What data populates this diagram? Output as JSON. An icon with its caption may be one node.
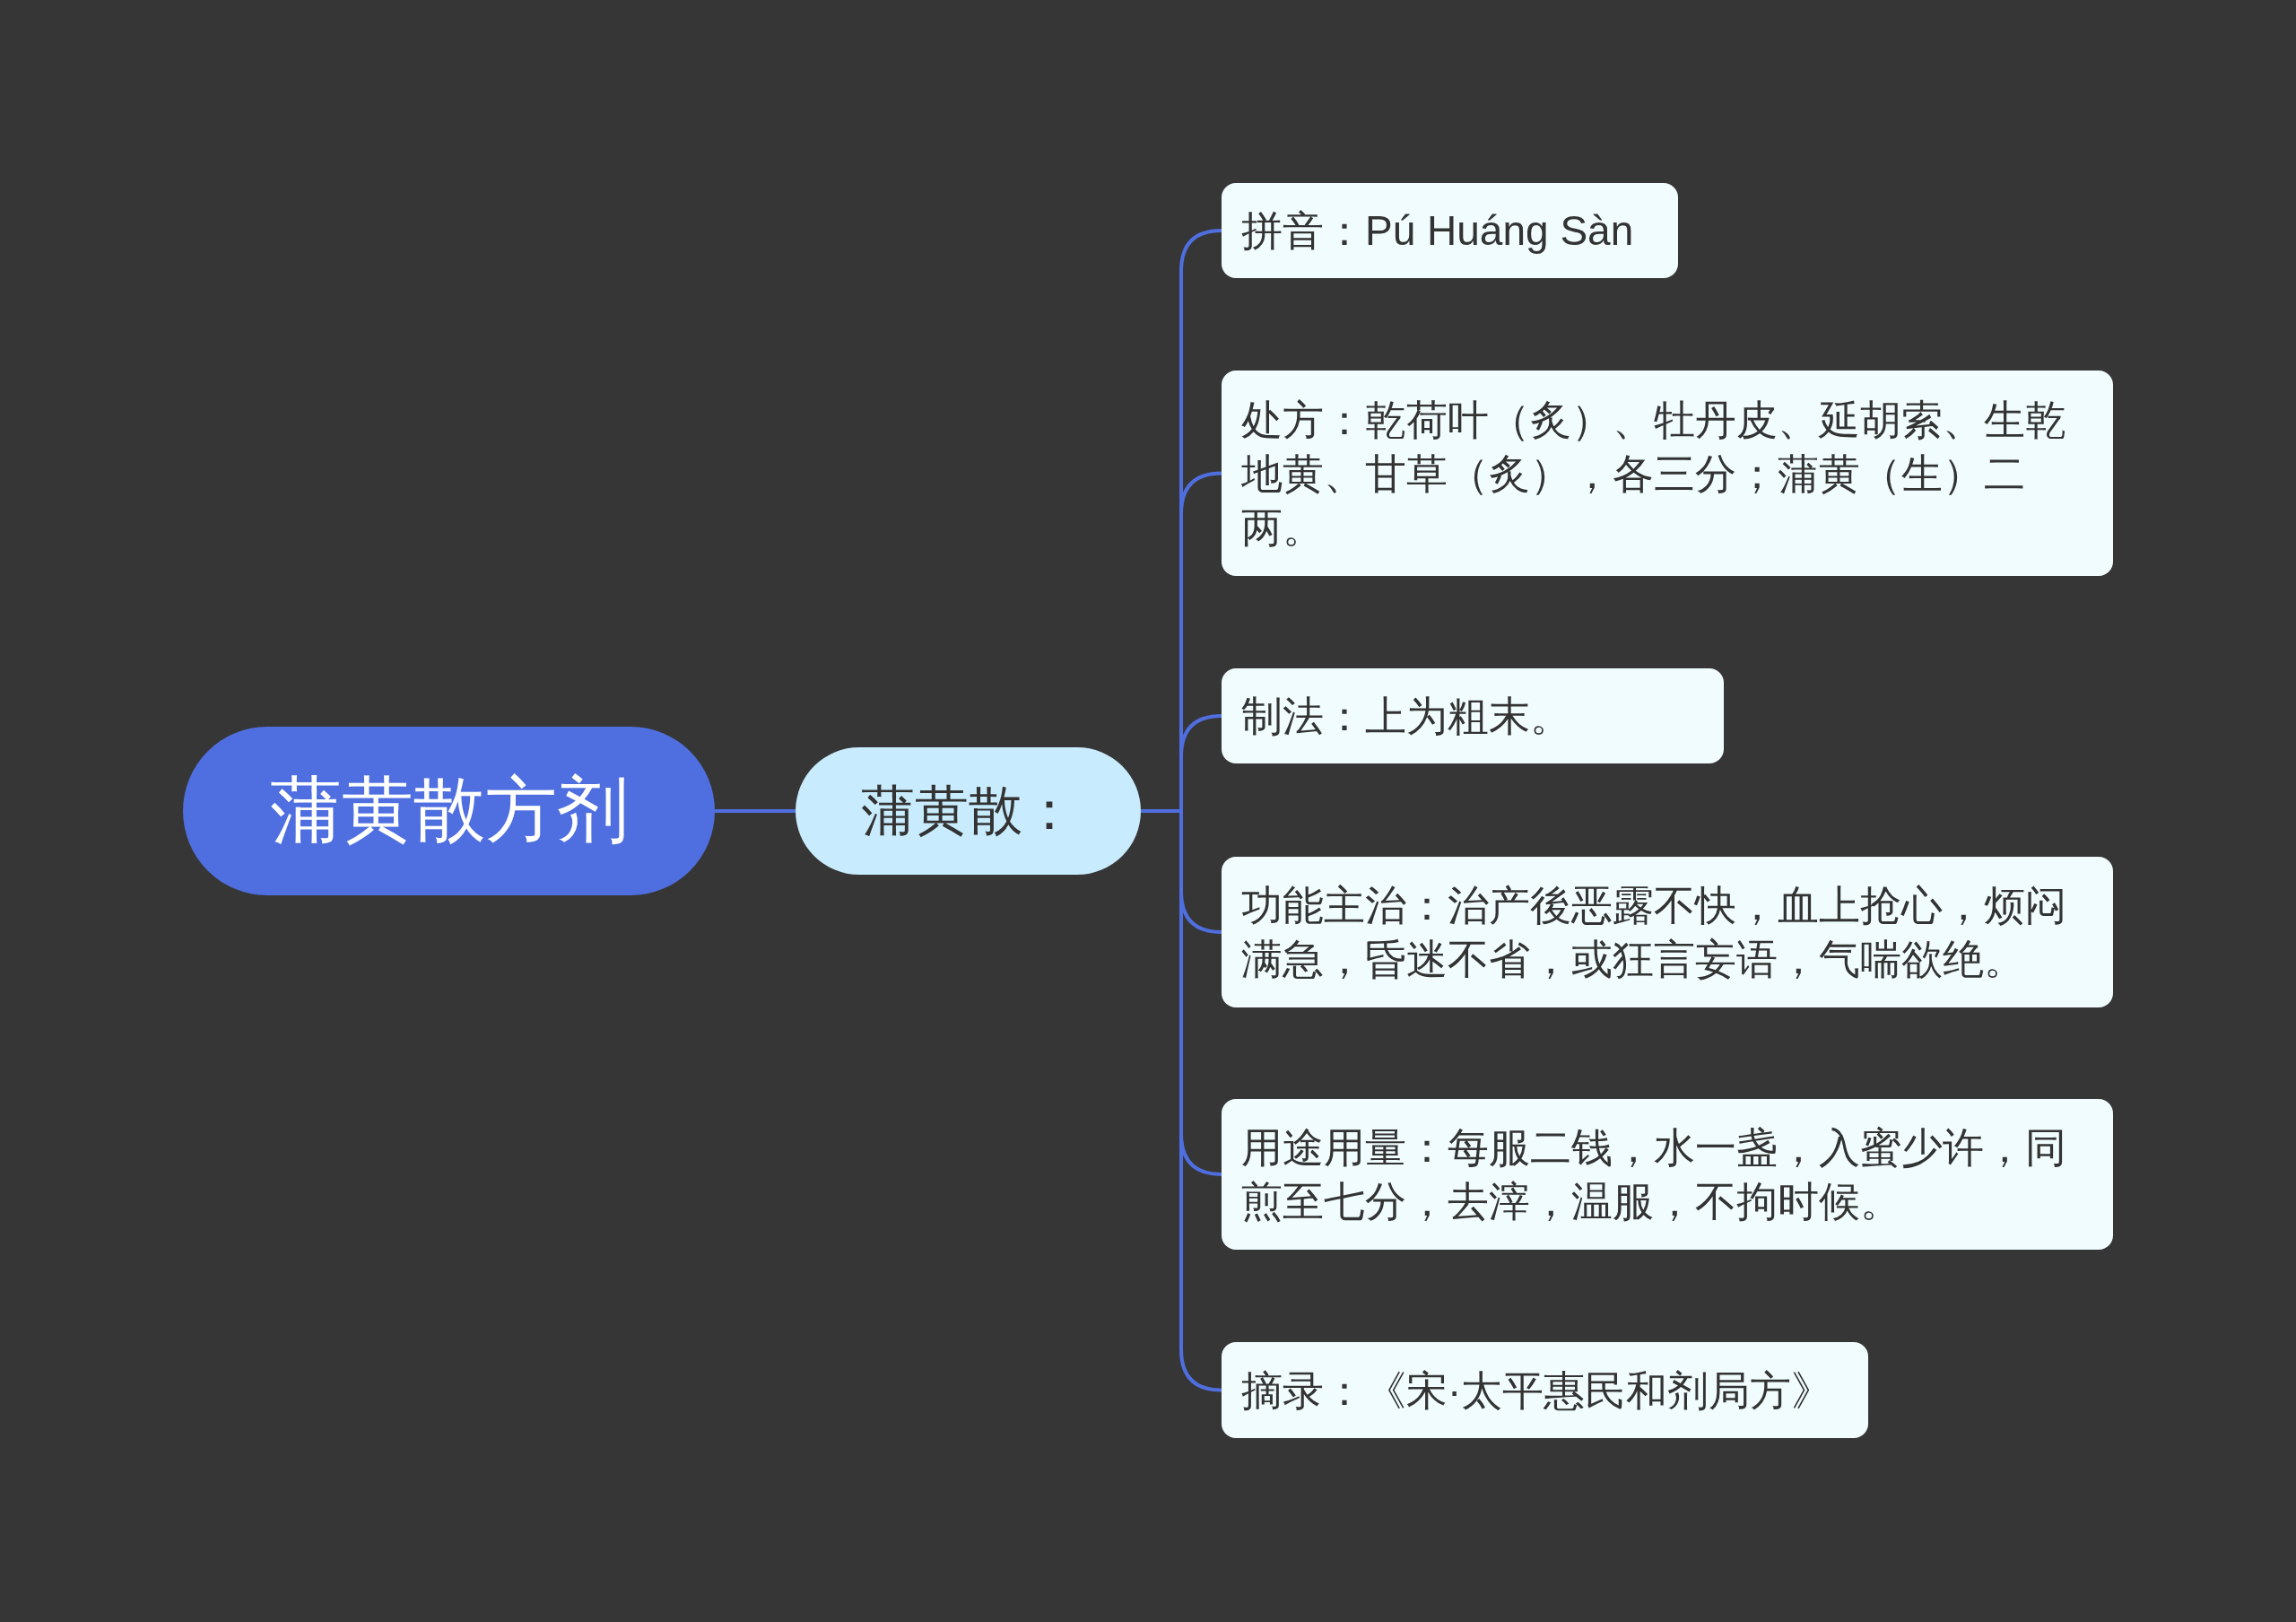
{
  "diagram": {
    "nodes": [
      {
        "text": [
          "蒲黄散方剂"
        ]
      },
      {
        "text": [
          "蒲黄散："
        ]
      },
      {
        "text": [
          "拼音：Pú Huáng Sàn"
        ]
      },
      {
        "text": [
          "处方：乾荷叶（炙）、牡丹皮、延胡索、生乾地黄、甘草（炙），各三分；蒲黄（生）二两。"
        ]
      },
      {
        "text": [
          "制法：上为粗末。"
        ]
      },
      {
        "text": [
          "功能主治：治产後恶露不快，血上抢心，烦闷满急，昏迷不省，或狂言妄语，气喘欲绝。"
        ]
      },
      {
        "text": [
          "用途用量：每服二钱，水一盏，入蜜少许，同煎至七分，去滓，温服，不拘时候。"
        ]
      },
      {
        "text": [
          "摘录：《宋·太平惠民和剂局方》"
        ]
      }
    ],
    "edges": [
      {
        "from": 0,
        "to": 1,
        "arrow": "none"
      },
      {
        "from": 1,
        "to": 2,
        "arrow": "none"
      },
      {
        "from": 1,
        "to": 3,
        "arrow": "none"
      },
      {
        "from": 1,
        "to": 4,
        "arrow": "none"
      },
      {
        "from": 1,
        "to": 5,
        "arrow": "none"
      },
      {
        "from": 1,
        "to": 6,
        "arrow": "none"
      },
      {
        "from": 1,
        "to": 7,
        "arrow": "none"
      }
    ]
  }
}
